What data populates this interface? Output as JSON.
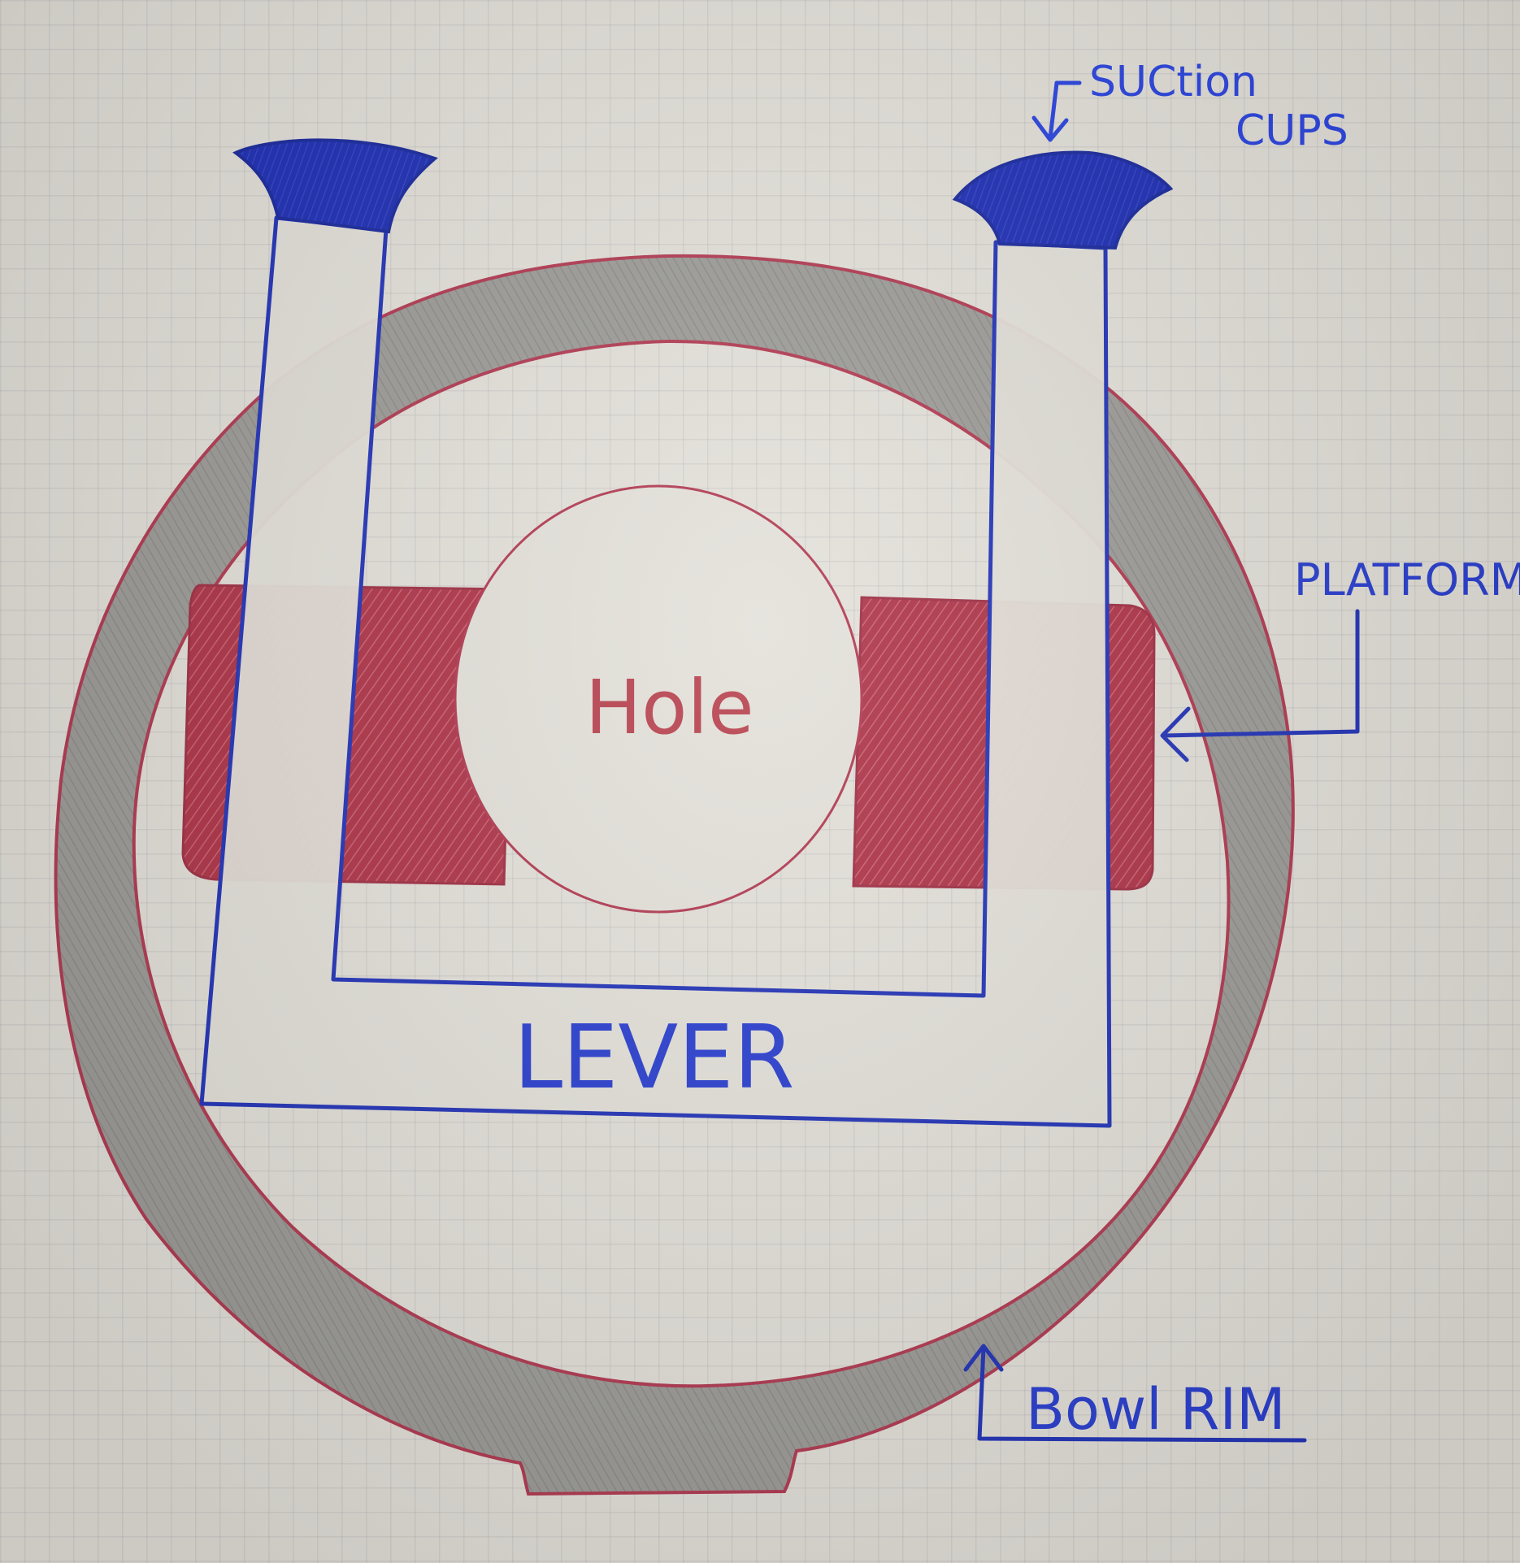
{
  "labels": {
    "suction_line1": "SUCtion",
    "suction_line2": "CUPS",
    "platform": "PLATFORM",
    "hole": "Hole",
    "lever": "LEVER",
    "bowl_rim": "Bowl RIM"
  },
  "colors": {
    "ink_blue": "#2334b8",
    "suction_fill": "#1f2fb5",
    "platform_fill": "#b3394d",
    "rim_fill": "#9a9996",
    "rim_outline": "#b23a52",
    "hole_text": "#b8424f"
  }
}
